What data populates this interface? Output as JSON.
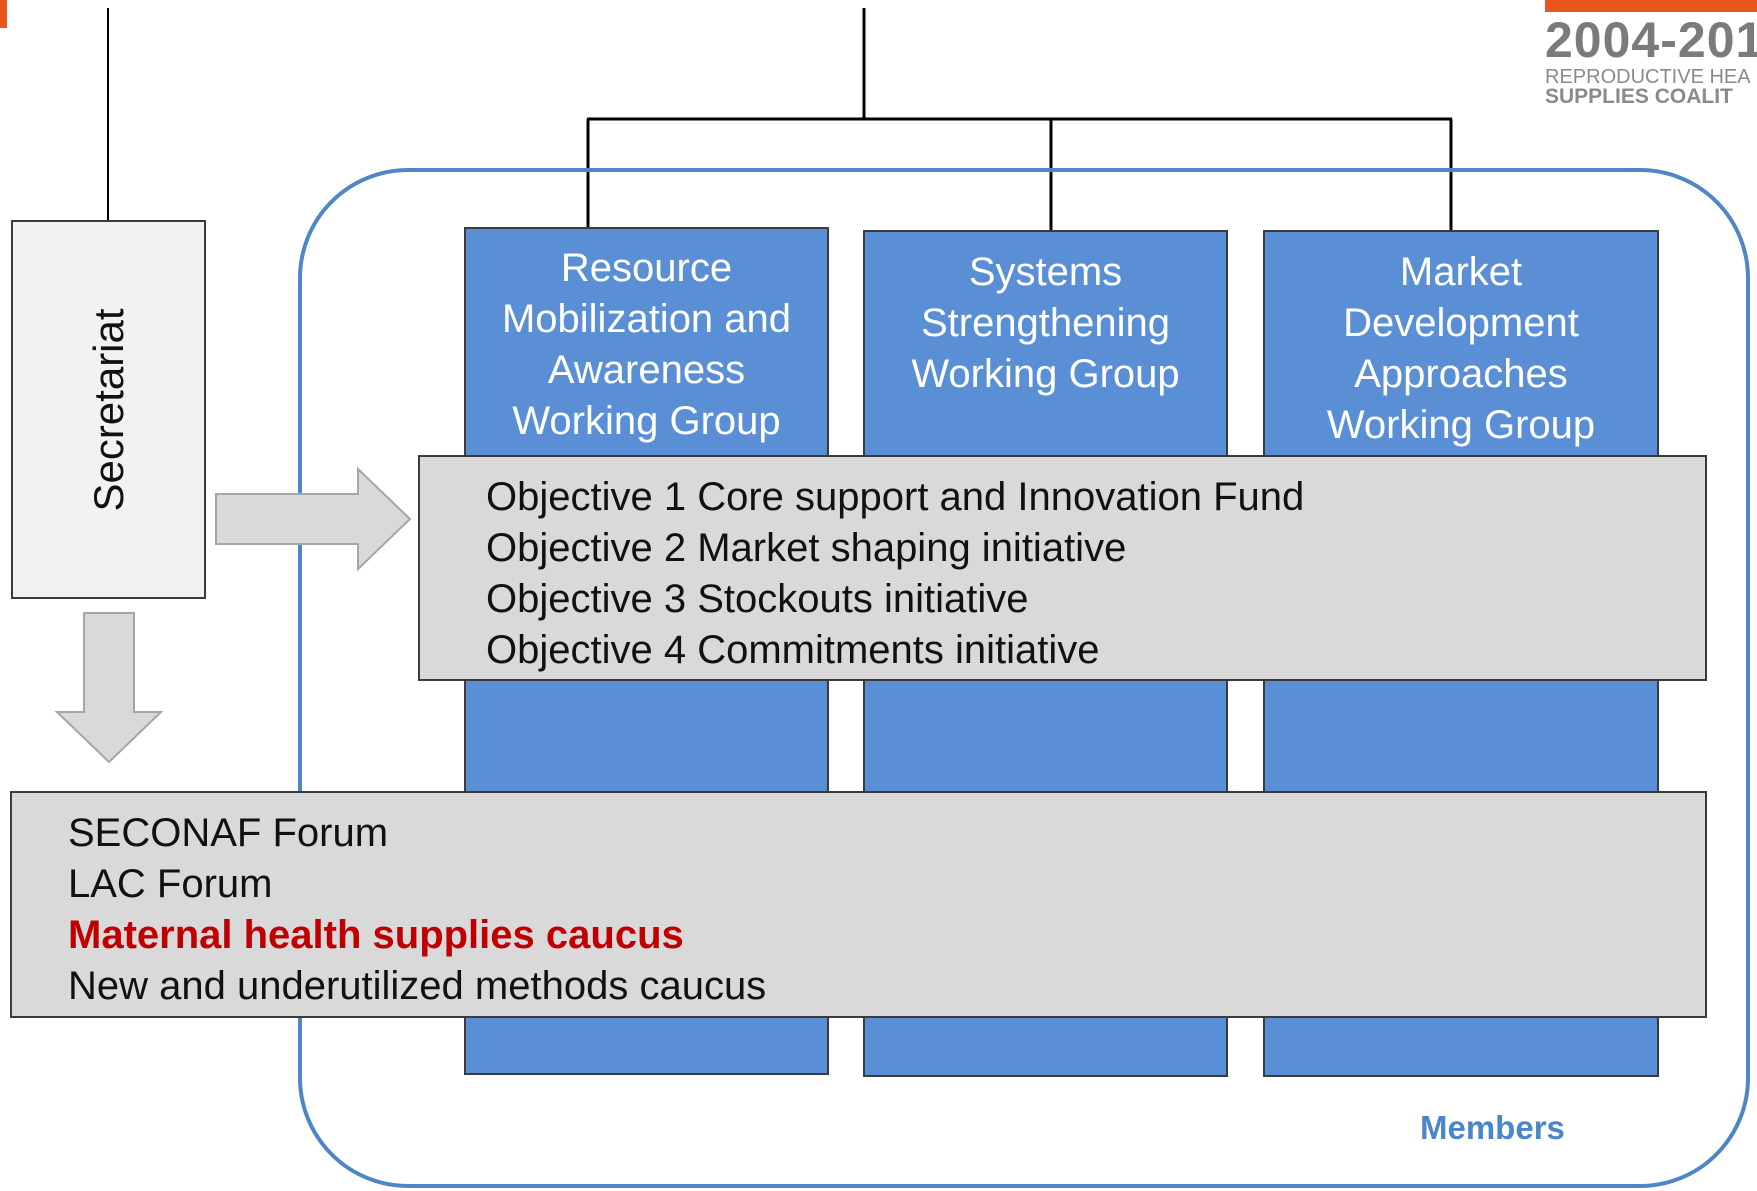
{
  "colors": {
    "working_group_fill": "#5a8fd6",
    "members_frame": "#4f86c6",
    "panel_fill": "#d9d9d9",
    "highlight": "#c00000",
    "members_label": "#4a86c8",
    "arrow_fill": "#d9d9d9",
    "logo_accent": "#e8561c"
  },
  "logo": {
    "year_range": "2004-201",
    "line1": "REPRODUCTIVE HEA",
    "line2": "SUPPLIES COALIT"
  },
  "secretariat": {
    "label": "Secretariat"
  },
  "working_groups": [
    {
      "lines": [
        "Resource",
        "Mobilization and",
        "Awareness",
        "Working Group"
      ]
    },
    {
      "lines": [
        "Systems",
        "Strengthening",
        "Working Group"
      ]
    },
    {
      "lines": [
        "Market",
        "Development",
        "Approaches",
        "Working Group"
      ]
    }
  ],
  "objectives": [
    "Objective 1 Core support and Innovation Fund",
    "Objective 2 Market shaping initiative",
    "Objective 3 Stockouts initiative",
    "Objective 4 Commitments initiative"
  ],
  "forums": [
    {
      "text": "SECONAF Forum",
      "highlight": false
    },
    {
      "text": "LAC Forum",
      "highlight": false
    },
    {
      "text": "Maternal health supplies caucus",
      "highlight": true
    },
    {
      "text": "New and underutilized methods caucus",
      "highlight": false
    }
  ],
  "members_label": "Members"
}
